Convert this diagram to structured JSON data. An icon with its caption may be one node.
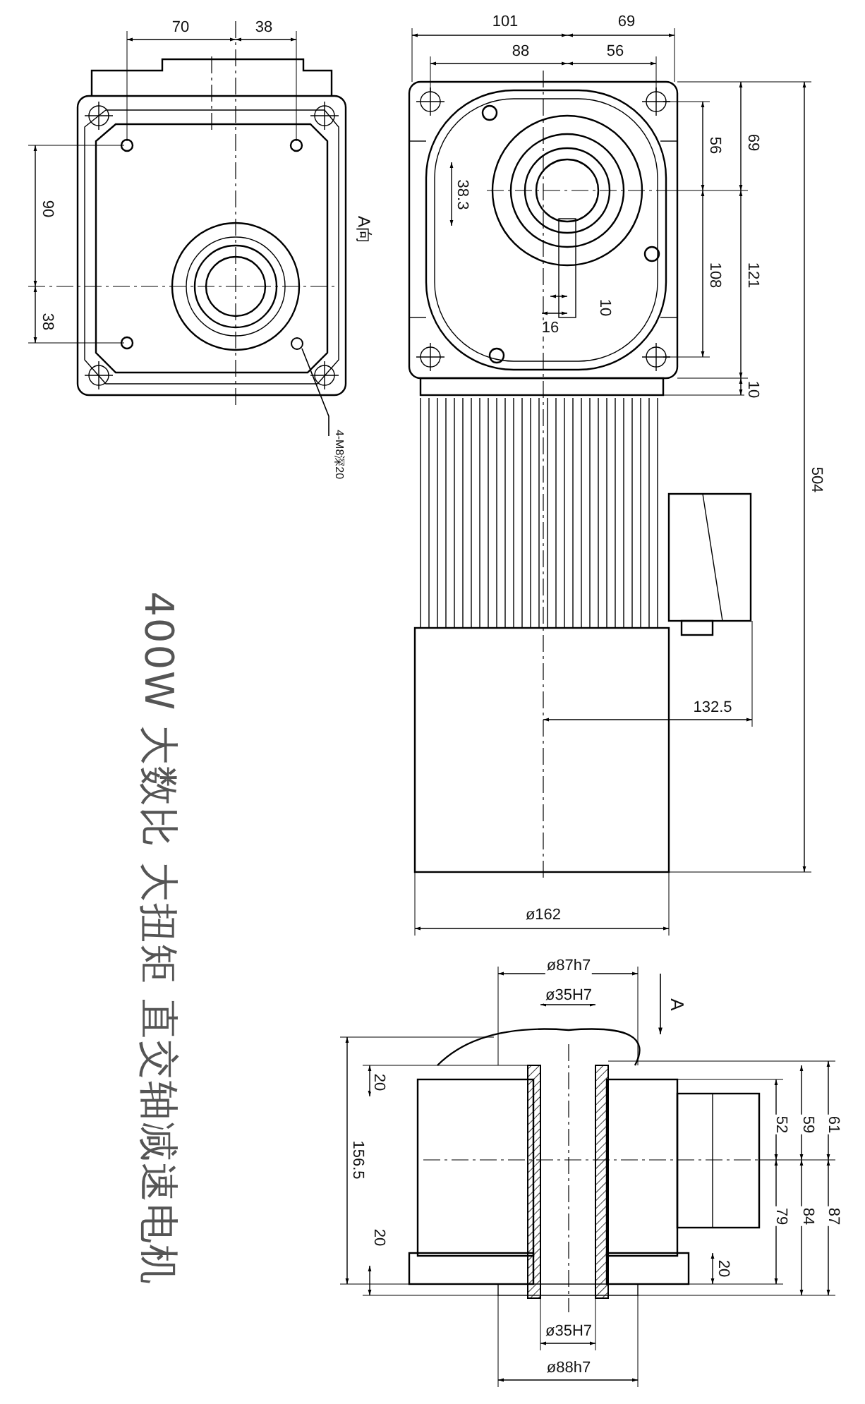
{
  "diagram": {
    "title": "400W 大数比 大扭矩 直交轴减速电机",
    "nodes": [
      {
        "text": [
          "4-M8深20"
        ]
      },
      {
        "text": [],
        "shape": "circle"
      }
    ],
    "edges": [
      {
        "from": 0,
        "to": 1,
        "arrow": "none"
      }
    ],
    "labels": [
      "70",
      "38",
      "90",
      "38",
      "A向",
      "101",
      "69",
      "88",
      "56",
      "56",
      "69",
      "38.3",
      "108",
      "121",
      "10",
      "16",
      "10",
      "504",
      "132.5",
      "ø162",
      "ø87h7",
      "ø35H7",
      "A",
      "20",
      "156.5",
      "52",
      "59",
      "61",
      "79",
      "84",
      "87",
      "20",
      "20",
      "ø35H7",
      "ø88h7"
    ]
  }
}
